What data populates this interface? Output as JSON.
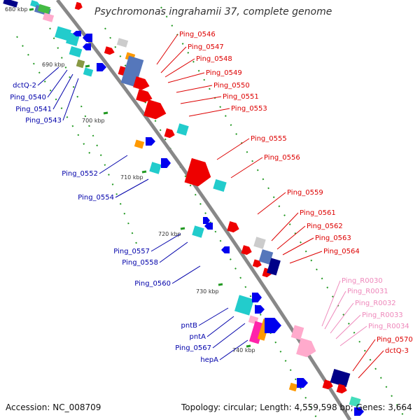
{
  "title": "Psychromonas ingrahamii 37, complete genome",
  "accession": "Accession: NC_008709",
  "summary": "Topology: circular; Length: 4,559,598 bp; Genes: 3,664",
  "colors": {
    "forward_label": "#dd0000",
    "reverse_label": "#0000aa",
    "rna_label": "#ee88bb",
    "backbone": "#888888",
    "tick": "#229922",
    "gene_red": "#ee0000",
    "gene_blue": "#0000ee",
    "gene_cyan": "#22cccc",
    "gene_orange": "#ff9900",
    "gene_pink": "#ffaacc",
    "gene_steel": "#5577bb",
    "gene_navy": "#000088"
  },
  "ticks": [
    "680 kbp",
    "690 kbp",
    "700 kbp",
    "710 kbp",
    "720 kbp",
    "730 kbp",
    "740 kbp"
  ],
  "forward_labels": [
    "Ping_0546",
    "Ping_0547",
    "Ping_0548",
    "Ping_0549",
    "Ping_0550",
    "Ping_0551",
    "Ping_0553",
    "Ping_0555",
    "Ping_0556",
    "Ping_0559",
    "Ping_0561",
    "Ping_0562",
    "Ping_0563",
    "Ping_0564",
    "Ping_0570",
    "dctQ-3"
  ],
  "rna_labels": [
    "Ping_R0030",
    "Ping_R0031",
    "Ping_R0032",
    "Ping_R0033",
    "Ping_R0034"
  ],
  "reverse_labels": [
    "dctQ-2",
    "Ping_0540",
    "Ping_0541",
    "Ping_0543",
    "Ping_0552",
    "Ping_0554",
    "Ping_0557",
    "Ping_0558",
    "Ping_0560",
    "pntB",
    "pntA",
    "Ping_0567",
    "hepA"
  ]
}
